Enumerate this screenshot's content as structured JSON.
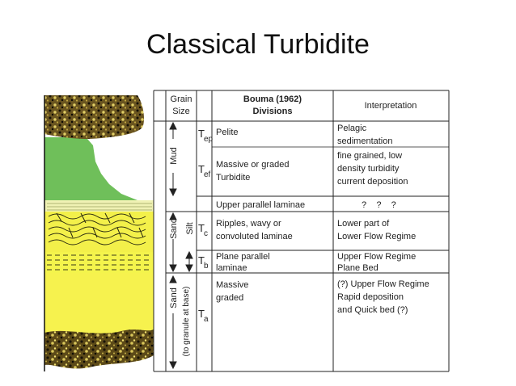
{
  "slide": {
    "title": "Classical Turbidite"
  },
  "table": {
    "headers": {
      "grain_size": [
        "Grain",
        "Size"
      ],
      "bouma": [
        "Bouma (1962)",
        "Divisions"
      ],
      "interpretation": "Interpretation"
    },
    "grain_labels": {
      "mud": "Mud",
      "silt": "Silt",
      "sand_upper": "Sand",
      "sand_lower": "Sand",
      "sand_lower_note": "(to granule at base)"
    },
    "rows": [
      {
        "code_main": "T",
        "code_sub": "ep",
        "division": [
          "Pelite"
        ],
        "interpretation": [
          "Pelagic",
          "sedimentation"
        ]
      },
      {
        "code_main": "T",
        "code_sub": "ef",
        "division": [
          "Massive or graded",
          "Turbidite"
        ],
        "interpretation": [
          "fine grained, low",
          "density turbidity",
          "current deposition"
        ]
      },
      {
        "code_main": "",
        "code_sub": "",
        "division": [
          "Upper parallel laminae"
        ],
        "interpretation": [
          "?    ?    ?"
        ]
      },
      {
        "code_main": "T",
        "code_sub": "c",
        "division": [
          "Ripples, wavy or",
          "convoluted laminae"
        ],
        "interpretation": [
          "Lower part of",
          "Lower Flow Regime"
        ]
      },
      {
        "code_main": "T",
        "code_sub": "b",
        "division": [
          "Plane parallel",
          "laminae"
        ],
        "interpretation": [
          "Upper Flow Regime",
          "Plane Bed"
        ]
      },
      {
        "code_main": "T",
        "code_sub": "a",
        "division": [
          "Massive",
          "graded"
        ],
        "interpretation": [
          "(?) Upper Flow Regime",
          "Rapid deposition",
          "and Quick bed (?)"
        ]
      }
    ]
  }
}
